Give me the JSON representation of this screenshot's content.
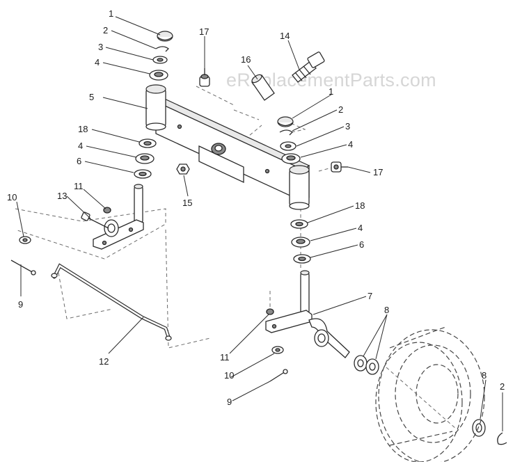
{
  "watermark": "eReplacementParts.com",
  "callouts": [
    {
      "id": "c1a",
      "text": "1"
    },
    {
      "id": "c2a",
      "text": "2"
    },
    {
      "id": "c3a",
      "text": "3"
    },
    {
      "id": "c4a",
      "text": "4"
    },
    {
      "id": "c5",
      "text": "5"
    },
    {
      "id": "c17a",
      "text": "17"
    },
    {
      "id": "c14",
      "text": "14"
    },
    {
      "id": "c16",
      "text": "16"
    },
    {
      "id": "c1b",
      "text": "1"
    },
    {
      "id": "c2b",
      "text": "2"
    },
    {
      "id": "c3b",
      "text": "3"
    },
    {
      "id": "c4b",
      "text": "4"
    },
    {
      "id": "c18a",
      "text": "18"
    },
    {
      "id": "c4c",
      "text": "4"
    },
    {
      "id": "c6a",
      "text": "6"
    },
    {
      "id": "c17b",
      "text": "17"
    },
    {
      "id": "c15",
      "text": "15"
    },
    {
      "id": "c10a",
      "text": "10"
    },
    {
      "id": "c13",
      "text": "13"
    },
    {
      "id": "c11a",
      "text": "11"
    },
    {
      "id": "c18b",
      "text": "18"
    },
    {
      "id": "c4d",
      "text": "4"
    },
    {
      "id": "c6b",
      "text": "6"
    },
    {
      "id": "c9a",
      "text": "9"
    },
    {
      "id": "c7",
      "text": "7"
    },
    {
      "id": "c8a",
      "text": "8"
    },
    {
      "id": "c12",
      "text": "12"
    },
    {
      "id": "c11b",
      "text": "11"
    },
    {
      "id": "c10b",
      "text": "10"
    },
    {
      "id": "c9b",
      "text": "9"
    },
    {
      "id": "c8b",
      "text": "8"
    },
    {
      "id": "c2c",
      "text": "2"
    }
  ]
}
